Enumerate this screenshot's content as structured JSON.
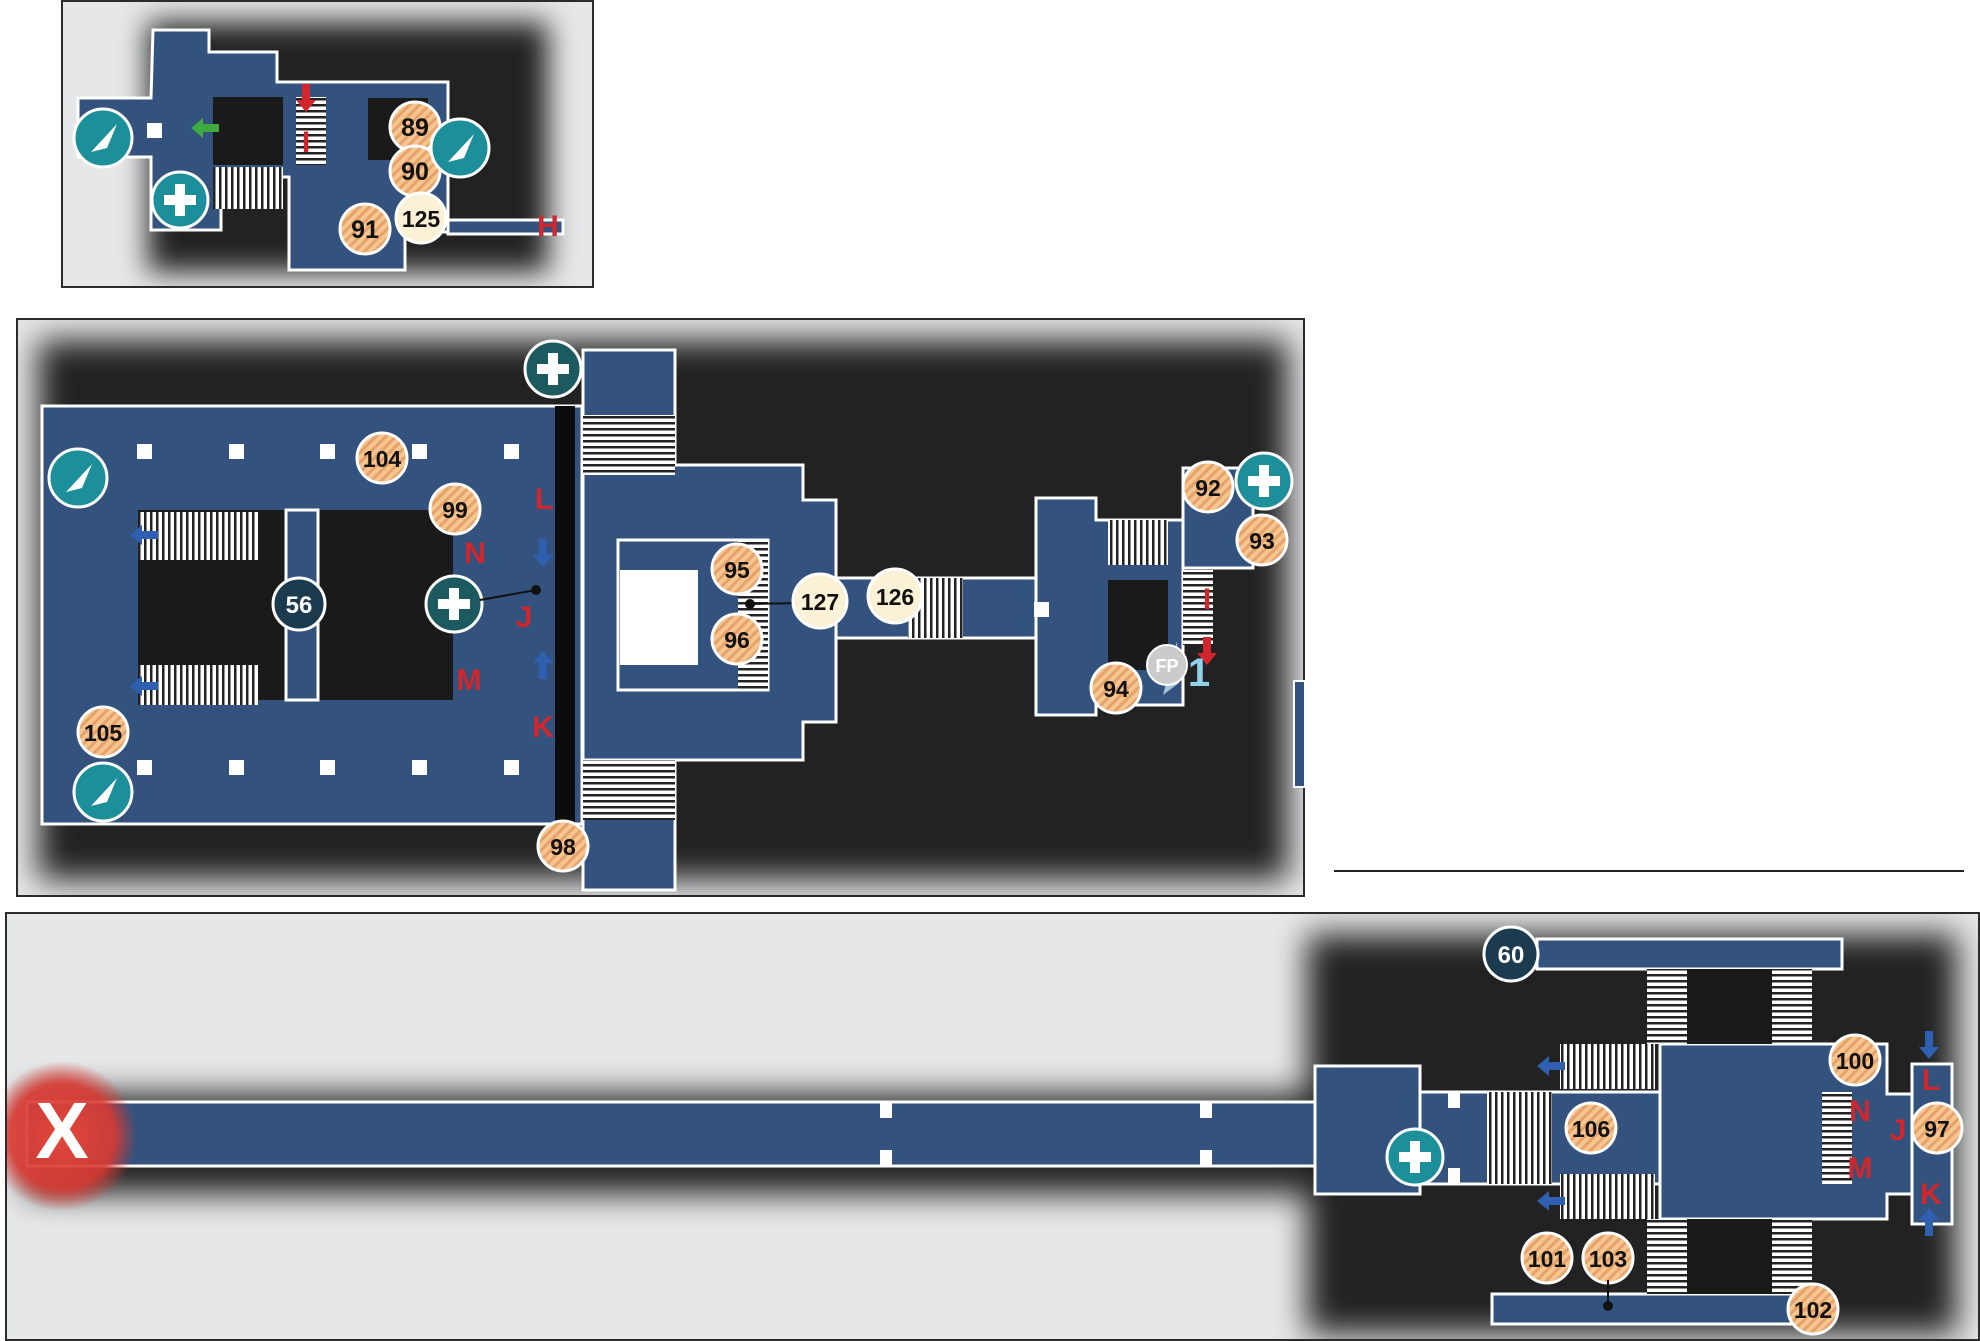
{
  "colors": {
    "floor": "#34527e",
    "floor_dark": "#27406a",
    "panel_bg": "#e6e7e8",
    "wall": "#ffffff",
    "shadow": "#000000",
    "treasure_fill": "#f6c690",
    "treasure_stripe": "#e09a5a",
    "key_fill": "#fbf1d6",
    "boss_fill": "#1d3b4f",
    "teal": "#1d8f9a",
    "door_label": "#d1262b",
    "arrow_blue": "#2f5fb0",
    "arrow_red": "#d1262b",
    "arrow_green": "#3faa3f",
    "exit_red": "#d93a32"
  },
  "legend_icons": [
    "compass-icon",
    "heal-cross-icon",
    "save-point-icon",
    "exit-marker-icon"
  ],
  "panels": [
    {
      "id": "upper-room",
      "markers": [
        {
          "label": "89",
          "kind": "treasure"
        },
        {
          "label": "90",
          "kind": "treasure"
        },
        {
          "label": "91",
          "kind": "treasure"
        },
        {
          "label": "125",
          "kind": "key"
        }
      ],
      "doors": [
        "I",
        "H"
      ],
      "icons": [
        "compass",
        "compass",
        "heal"
      ]
    },
    {
      "id": "middle-hall",
      "markers": [
        {
          "label": "104",
          "kind": "treasure"
        },
        {
          "label": "99",
          "kind": "treasure"
        },
        {
          "label": "56",
          "kind": "boss"
        },
        {
          "label": "105",
          "kind": "treasure"
        },
        {
          "label": "98",
          "kind": "treasure"
        },
        {
          "label": "95",
          "kind": "treasure"
        },
        {
          "label": "96",
          "kind": "treasure"
        },
        {
          "label": "127",
          "kind": "key"
        },
        {
          "label": "126",
          "kind": "key"
        },
        {
          "label": "92",
          "kind": "treasure"
        },
        {
          "label": "93",
          "kind": "treasure"
        },
        {
          "label": "94",
          "kind": "treasure"
        }
      ],
      "doors": [
        "L",
        "N",
        "J",
        "M",
        "K",
        "I"
      ],
      "save_point": {
        "badge": "FP",
        "number": "1"
      },
      "icons": [
        "compass",
        "compass",
        "heal",
        "heal",
        "heal"
      ]
    },
    {
      "id": "lower-corridor",
      "markers": [
        {
          "label": "60",
          "kind": "boss"
        },
        {
          "label": "100",
          "kind": "treasure"
        },
        {
          "label": "106",
          "kind": "treasure"
        },
        {
          "label": "97",
          "kind": "treasure"
        },
        {
          "label": "101",
          "kind": "treasure"
        },
        {
          "label": "103",
          "kind": "treasure"
        },
        {
          "label": "102",
          "kind": "treasure"
        }
      ],
      "doors": [
        "L",
        "N",
        "J",
        "M",
        "K"
      ],
      "exit_label": "X",
      "icons": [
        "heal"
      ]
    }
  ]
}
